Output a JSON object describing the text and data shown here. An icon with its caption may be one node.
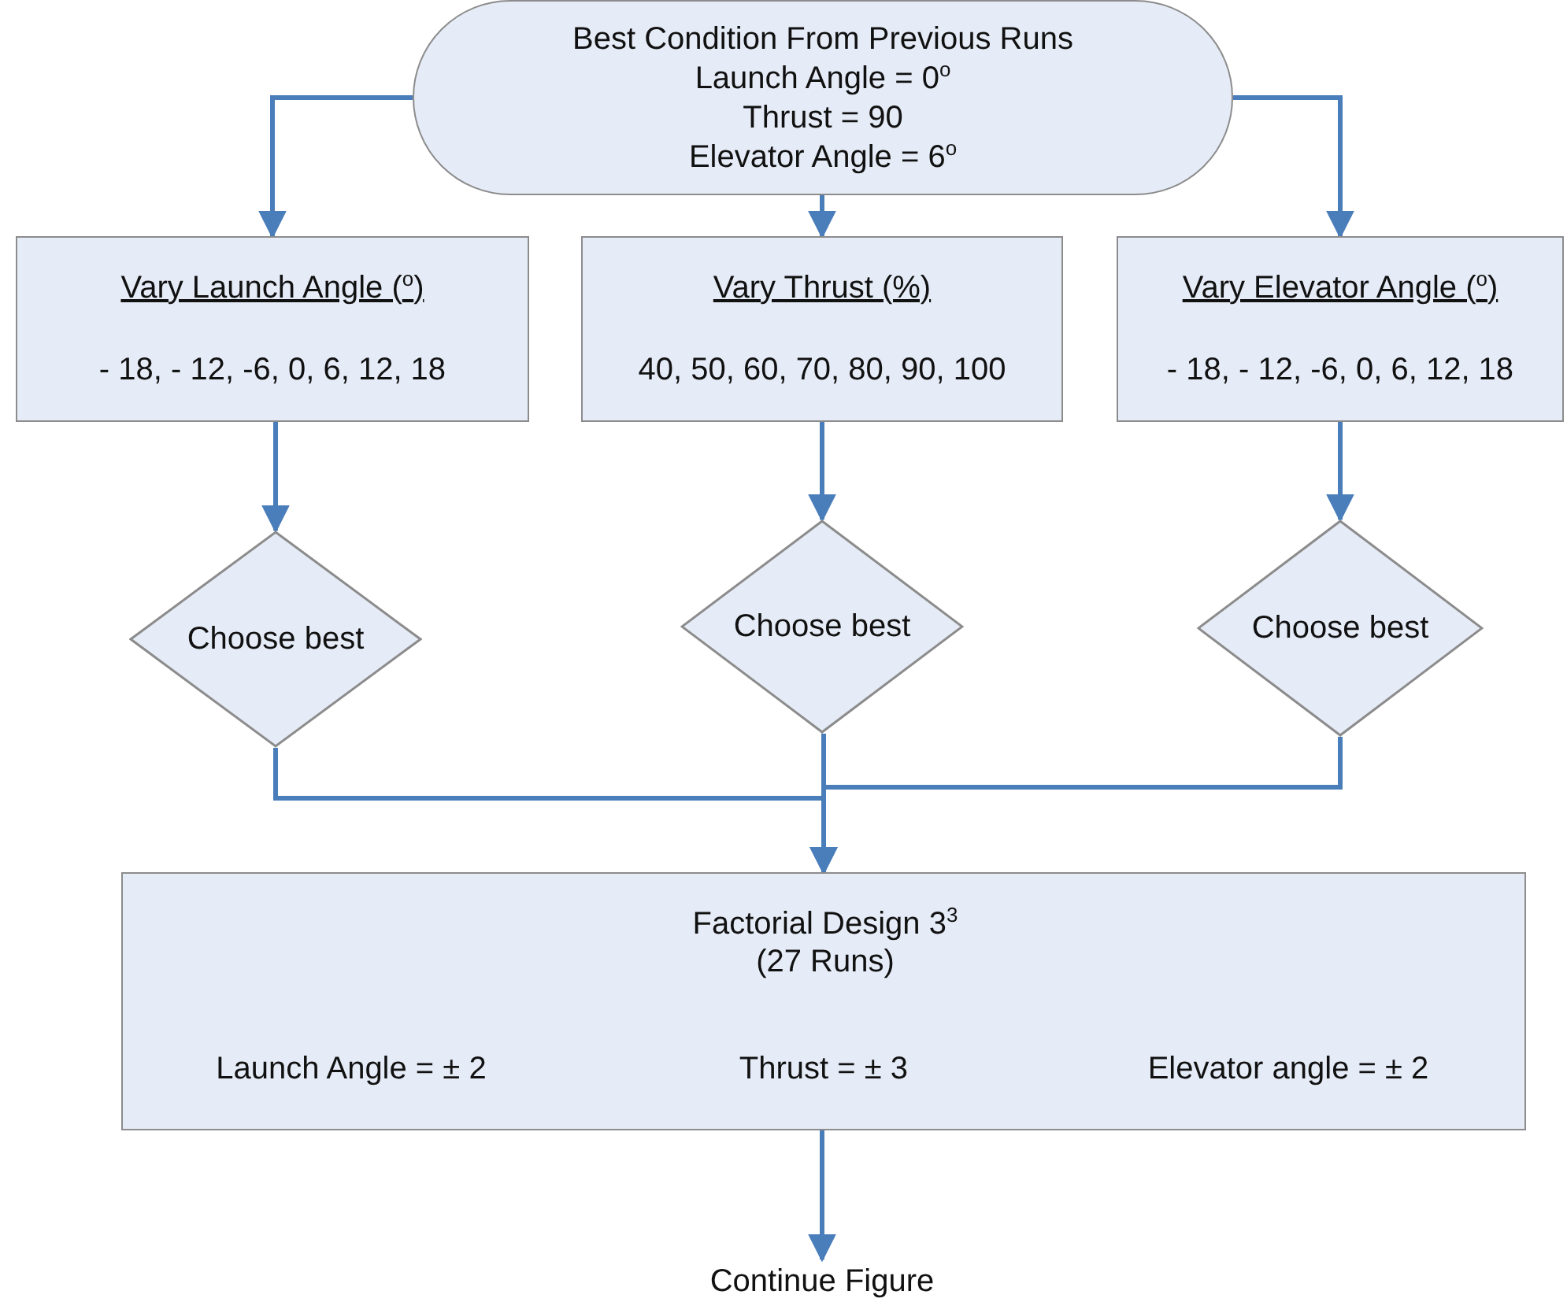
{
  "diagram": {
    "nodes": [
      {
        "text": [
          "Best Condition From Previous Runs",
          "Launch Angle = 0$^{o}$",
          "Thrust = 90",
          "Elevator Angle = 6$^{o}$"
        ]
      },
      {
        "text": [
          "Vary Launch Angle ($^{o}$)",
          "- 18, - 12, -6, 0, 6, 12, 18"
        ]
      },
      {
        "text": [
          "Vary Thrust (%)",
          "40, 50, 60, 70, 80, 90, 100"
        ]
      },
      {
        "text": [
          "Vary Elevator Angle ($^{o}$)",
          "- 18, - 12, -6, 0, 6, 12, 18"
        ]
      },
      {
        "text": [
          "Choose best"
        ]
      },
      {
        "text": [
          "Choose best"
        ]
      },
      {
        "text": [
          "Choose best"
        ]
      },
      {
        "text": [
          "Factorial Design 3$^{3}$ (27 Runs)",
          "Launch Angle = ± 2",
          "Thrust = ± 3",
          "Elevator angle = ± 2"
        ]
      },
      {
        "text": [
          "Continue Figure"
        ]
      }
    ],
    "edges": [
      {
        "from": 0,
        "to": 1,
        "arrow": "to"
      },
      {
        "from": 0,
        "to": 2,
        "arrow": "to"
      },
      {
        "from": 0,
        "to": 3,
        "arrow": "to"
      },
      {
        "from": 1,
        "to": 4,
        "arrow": "to"
      },
      {
        "from": 2,
        "to": 5,
        "arrow": "to"
      },
      {
        "from": 3,
        "to": 6,
        "arrow": "to"
      },
      {
        "from": 4,
        "to": 7,
        "arrow": "to"
      },
      {
        "from": 5,
        "to": 7,
        "arrow": "to"
      },
      {
        "from": 6,
        "to": 7,
        "arrow": "to"
      },
      {
        "from": 7,
        "to": 8,
        "arrow": "to"
      }
    ]
  }
}
